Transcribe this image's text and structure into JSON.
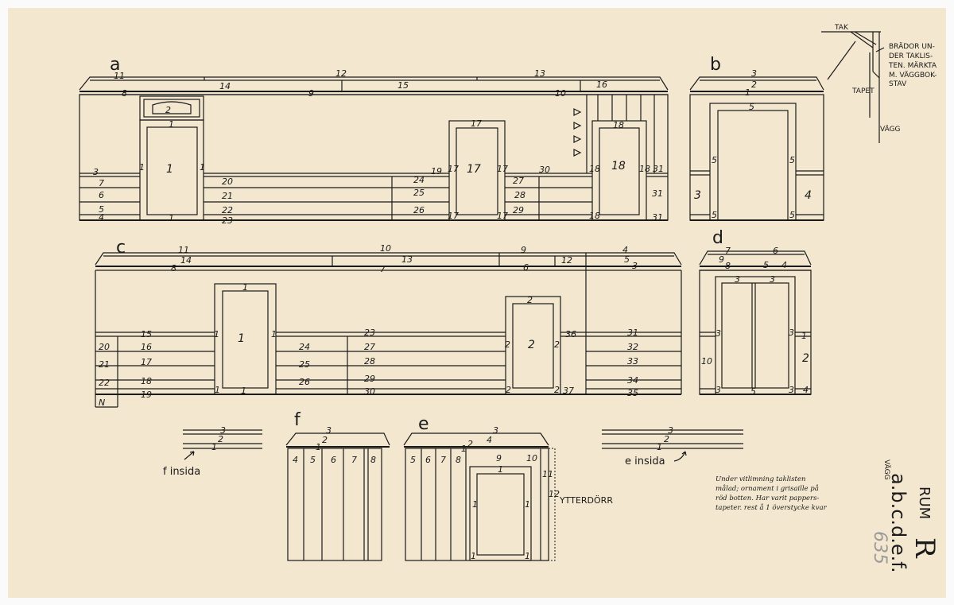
{
  "walls": {
    "a": {
      "label": "a",
      "n": [
        "11",
        "12",
        "13",
        "14",
        "15",
        "16",
        "8",
        "9",
        "10",
        "2",
        "1",
        "1",
        "1",
        "1",
        "3",
        "7",
        "6",
        "5",
        "4",
        "20",
        "21",
        "22",
        "23",
        "24",
        "25",
        "26",
        "19",
        "17",
        "17",
        "17",
        "17",
        "17",
        "17",
        "27",
        "28",
        "29",
        "30",
        "18",
        "18",
        "18",
        "18",
        "31",
        "31",
        "18",
        "31",
        "1"
      ]
    },
    "b": {
      "label": "b",
      "n": [
        "3",
        "2",
        "1",
        "5",
        "5",
        "5",
        "3",
        "4",
        "5",
        "5"
      ]
    },
    "c": {
      "label": "c",
      "n": [
        "11",
        "10",
        "9",
        "4",
        "14",
        "13",
        "12",
        "5",
        "8",
        "7",
        "6",
        "3",
        "1",
        "1",
        "1",
        "1",
        "1",
        "1",
        "15",
        "16",
        "17",
        "18",
        "19",
        "20",
        "21",
        "22",
        "N",
        "24",
        "25",
        "26",
        "23",
        "27",
        "28",
        "29",
        "30",
        "2",
        "2",
        "2",
        "2",
        "2",
        "2",
        "36",
        "31",
        "32",
        "33",
        "34",
        "35",
        "37"
      ]
    },
    "d": {
      "label": "d",
      "n": [
        "7",
        "6",
        "9",
        "8",
        "5",
        "4",
        "3",
        "3",
        "3",
        "3",
        "1",
        "10",
        "2",
        "3",
        "5",
        "3",
        "4"
      ]
    },
    "f_inside": {
      "label": "f insida",
      "n": [
        "3",
        "2",
        "1"
      ]
    },
    "f": {
      "label": "f",
      "n": [
        "3",
        "2",
        "1",
        "4",
        "5",
        "6",
        "7",
        "8"
      ]
    },
    "e": {
      "label": "e",
      "n": [
        "3",
        "2",
        "4",
        "1",
        "5",
        "6",
        "7",
        "8",
        "9",
        "1",
        "10",
        "11",
        "12",
        "1",
        "1",
        "1",
        "1"
      ],
      "door_note": "YTTERDÖRR"
    },
    "e_inside": {
      "label": "e insida",
      "n": [
        "3",
        "2",
        "1"
      ]
    }
  },
  "detail": {
    "tak": "TAK",
    "tapet": "TAPET",
    "vagg": "VÄGG",
    "note": [
      "BRÄDOR UN-",
      "DER TAKLIS-",
      "TEN. MÄRKTA",
      "M. VÄGGBOK-",
      "STAV"
    ]
  },
  "remark": [
    "Under vitlimning taklisten",
    "målad; ornament i grisaille på",
    "röd botten. Har varit pappers-",
    "tapeter. rest å 1 överstycke kvar"
  ],
  "title": {
    "vagg_label": "VÄGG",
    "walls": "a.b.c.d.e.f.",
    "rum_label": "RUM",
    "room": "R"
  },
  "sheet_number": "635"
}
